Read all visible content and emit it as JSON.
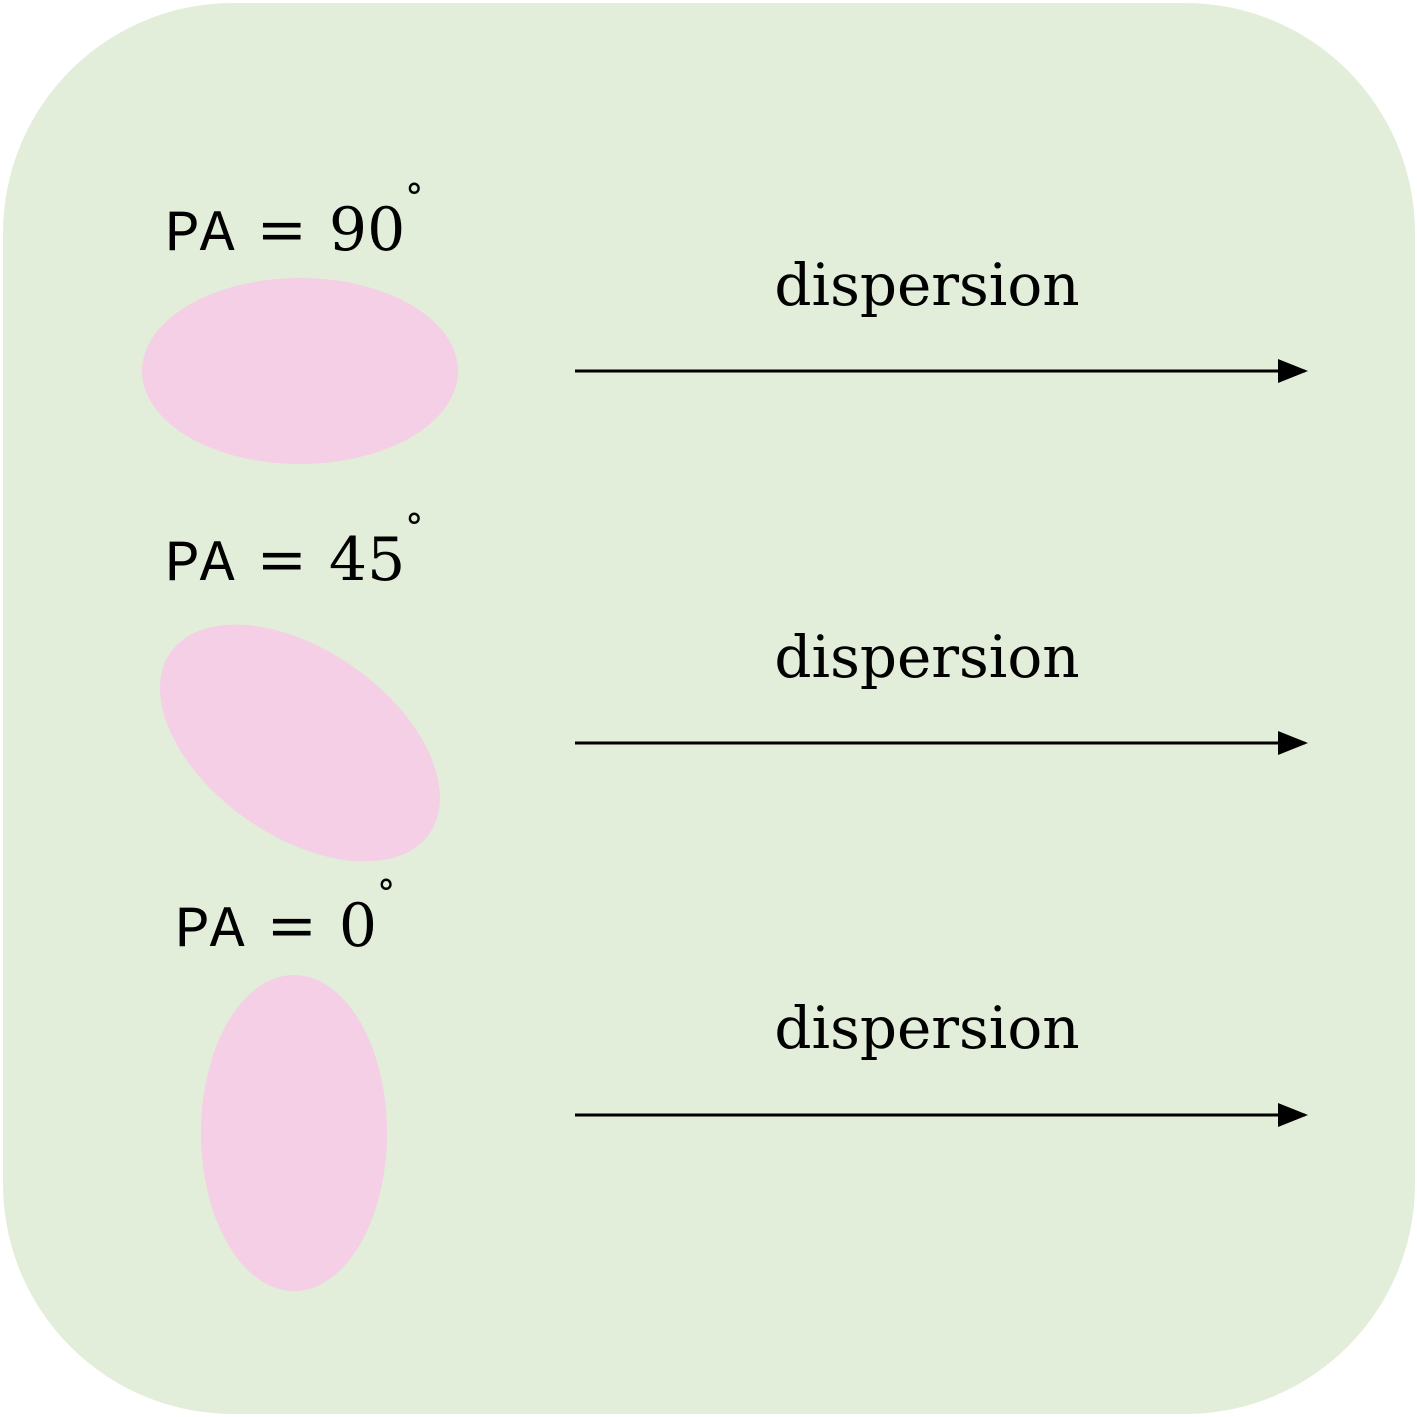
{
  "colors": {
    "background": "#e2eed9",
    "ellipse": "#f4cfe6",
    "arrow": "#000000"
  },
  "rows": [
    {
      "pa_prefix": "PA",
      "equals": "=",
      "angle": "90",
      "degree": "°",
      "angle_value": 90,
      "arrow_label": "dispersion"
    },
    {
      "pa_prefix": "PA",
      "equals": "=",
      "angle": "45",
      "degree": "°",
      "angle_value": 45,
      "arrow_label": "dispersion"
    },
    {
      "pa_prefix": "PA",
      "equals": "=",
      "angle": "0",
      "degree": "°",
      "angle_value": 0,
      "arrow_label": "dispersion"
    }
  ]
}
